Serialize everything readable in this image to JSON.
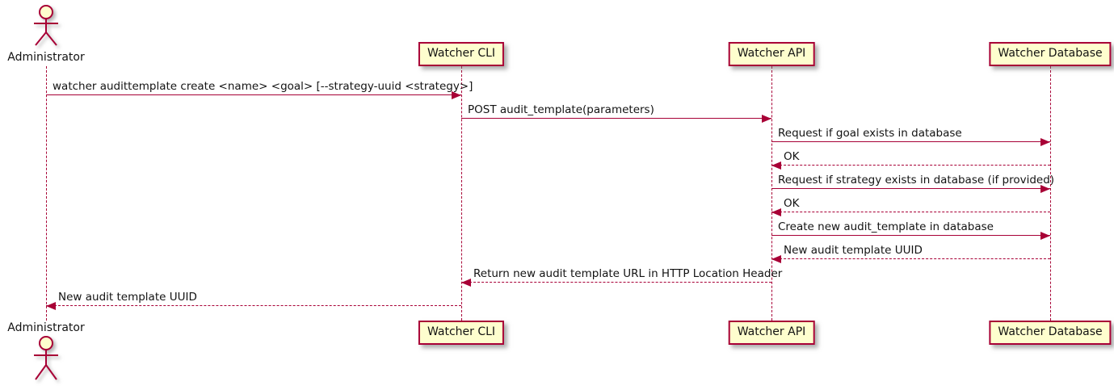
{
  "diagram": {
    "type": "sequence-diagram",
    "colors": {
      "line": "#A80036",
      "participant_fill": "#FEFECE",
      "text": "#131313",
      "background": "#FFFFFF"
    },
    "actor": {
      "label": "Administrator"
    },
    "participants": [
      {
        "id": "cli",
        "label": "Watcher CLI"
      },
      {
        "id": "api",
        "label": "Watcher API"
      },
      {
        "id": "db",
        "label": "Watcher Database"
      }
    ],
    "messages": [
      {
        "from": "Administrator",
        "to": "Watcher CLI",
        "line": "solid",
        "label": "watcher audittemplate create <name> <goal> [--strategy-uuid <strategy>]"
      },
      {
        "from": "Watcher CLI",
        "to": "Watcher API",
        "line": "solid",
        "label": "POST audit_template(parameters)"
      },
      {
        "from": "Watcher API",
        "to": "Watcher Database",
        "line": "solid",
        "label": "Request if goal exists in database"
      },
      {
        "from": "Watcher Database",
        "to": "Watcher API",
        "line": "dashed",
        "label": "OK"
      },
      {
        "from": "Watcher API",
        "to": "Watcher Database",
        "line": "solid",
        "label": "Request if strategy exists in database (if provided)"
      },
      {
        "from": "Watcher Database",
        "to": "Watcher API",
        "line": "dashed",
        "label": "OK"
      },
      {
        "from": "Watcher API",
        "to": "Watcher Database",
        "line": "solid",
        "label": "Create new audit_template in database"
      },
      {
        "from": "Watcher Database",
        "to": "Watcher API",
        "line": "dashed",
        "label": "New audit template UUID"
      },
      {
        "from": "Watcher API",
        "to": "Watcher CLI",
        "line": "dashed",
        "label": "Return new audit template URL in HTTP Location Header"
      },
      {
        "from": "Watcher CLI",
        "to": "Administrator",
        "line": "dashed",
        "label": "New audit template UUID"
      }
    ]
  }
}
